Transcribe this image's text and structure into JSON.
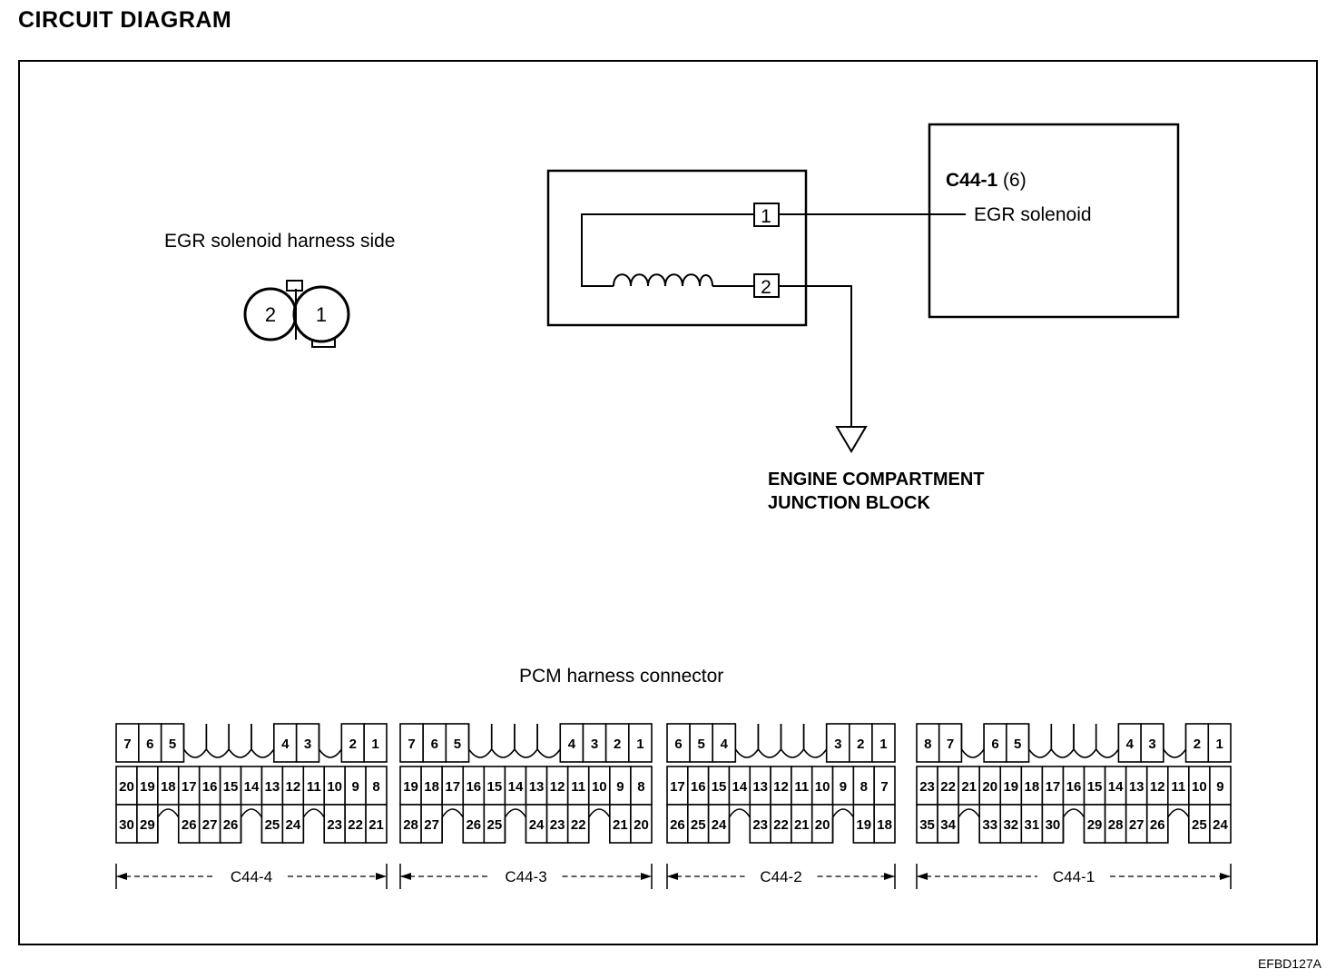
{
  "title": "CIRCUIT DIAGRAM",
  "egr_harness_label": "EGR solenoid harness side",
  "harness_pins": [
    "2",
    "1"
  ],
  "solenoid_pins": [
    "1",
    "2"
  ],
  "pcm_box": {
    "connector": "C44-1",
    "pin": "(6)",
    "label": "EGR solenoid"
  },
  "ground_label": [
    "ENGINE COMPARTMENT",
    "JUNCTION BLOCK"
  ],
  "pcm_connector_label": "PCM harness connector",
  "connectors": [
    {
      "name": "C44-4",
      "row1": [
        "7",
        "6",
        "5",
        "",
        "",
        "",
        "",
        "4",
        "3",
        "",
        "2",
        "1"
      ],
      "row2": [
        "20",
        "19",
        "18",
        "17",
        "16",
        "15",
        "14",
        "13",
        "12",
        "11",
        "10",
        "9",
        "8"
      ],
      "row3": [
        "30",
        "29",
        "",
        "26",
        "27",
        "26",
        "",
        "25",
        "24",
        "",
        "23",
        "22",
        "21"
      ]
    },
    {
      "name": "C44-3",
      "row1": [
        "7",
        "6",
        "5",
        "",
        "",
        "",
        "",
        "4",
        "3",
        "2",
        "1"
      ],
      "row2": [
        "19",
        "18",
        "17",
        "16",
        "15",
        "14",
        "13",
        "12",
        "11",
        "10",
        "9",
        "8"
      ],
      "row3": [
        "28",
        "27",
        "",
        "26",
        "25",
        "",
        "24",
        "23",
        "22",
        "",
        "21",
        "20"
      ]
    },
    {
      "name": "C44-2",
      "row1": [
        "6",
        "5",
        "4",
        "",
        "",
        "",
        "",
        "3",
        "2",
        "1"
      ],
      "row2": [
        "17",
        "16",
        "15",
        "14",
        "13",
        "12",
        "11",
        "10",
        "9",
        "8",
        "7"
      ],
      "row3": [
        "26",
        "25",
        "24",
        "",
        "23",
        "22",
        "21",
        "20",
        "",
        "19",
        "18"
      ]
    },
    {
      "name": "C44-1",
      "row1": [
        "8",
        "7",
        "",
        "6",
        "5",
        "",
        "",
        "",
        "",
        "4",
        "3",
        "",
        "2",
        "1"
      ],
      "row2": [
        "23",
        "22",
        "21",
        "20",
        "19",
        "18",
        "17",
        "16",
        "15",
        "14",
        "13",
        "12",
        "11",
        "10",
        "9"
      ],
      "row3": [
        "35",
        "34",
        "",
        "33",
        "32",
        "31",
        "30",
        "",
        "29",
        "28",
        "27",
        "26",
        "",
        "25",
        "24"
      ]
    }
  ],
  "figure_code": "EFBD127A"
}
